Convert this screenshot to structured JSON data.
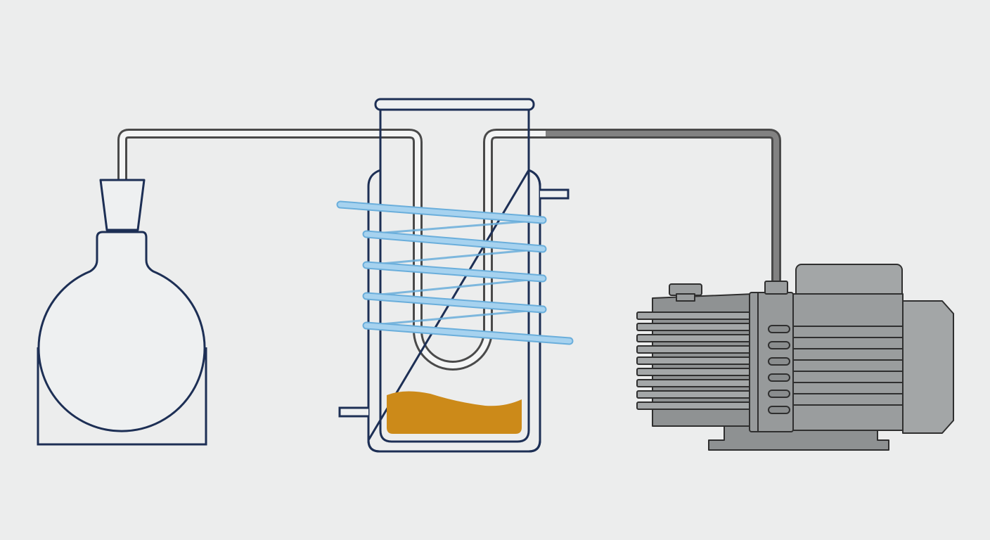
{
  "diagram": {
    "components": [
      {
        "id": "flask",
        "type": "round-bottom-flask-on-stand"
      },
      {
        "id": "cold-trap",
        "type": "jacketed-cold-trap-with-u-tube-and-cooling-coil"
      },
      {
        "id": "vacuum-pump",
        "type": "rotary-vane-vacuum-pump"
      }
    ],
    "connections": [
      {
        "from": "flask",
        "to": "cold-trap",
        "type": "vacuum-tubing"
      },
      {
        "from": "cold-trap",
        "to": "vacuum-pump",
        "type": "vacuum-tubing"
      }
    ],
    "cooling_coil_turns": 5,
    "colors": {
      "background": "#eceded",
      "glass_outline": "#1d2f55",
      "tubing_outline": "#4a4a4a",
      "tubing_gray": "#808080",
      "coil": "#a6d2ef",
      "coil_edge": "#6aaedb",
      "condensate": "#cc8a19",
      "pump_body": "#9a9d9e",
      "pump_motor": "#a3a6a7",
      "pump_outline": "#2f2f2f"
    }
  }
}
